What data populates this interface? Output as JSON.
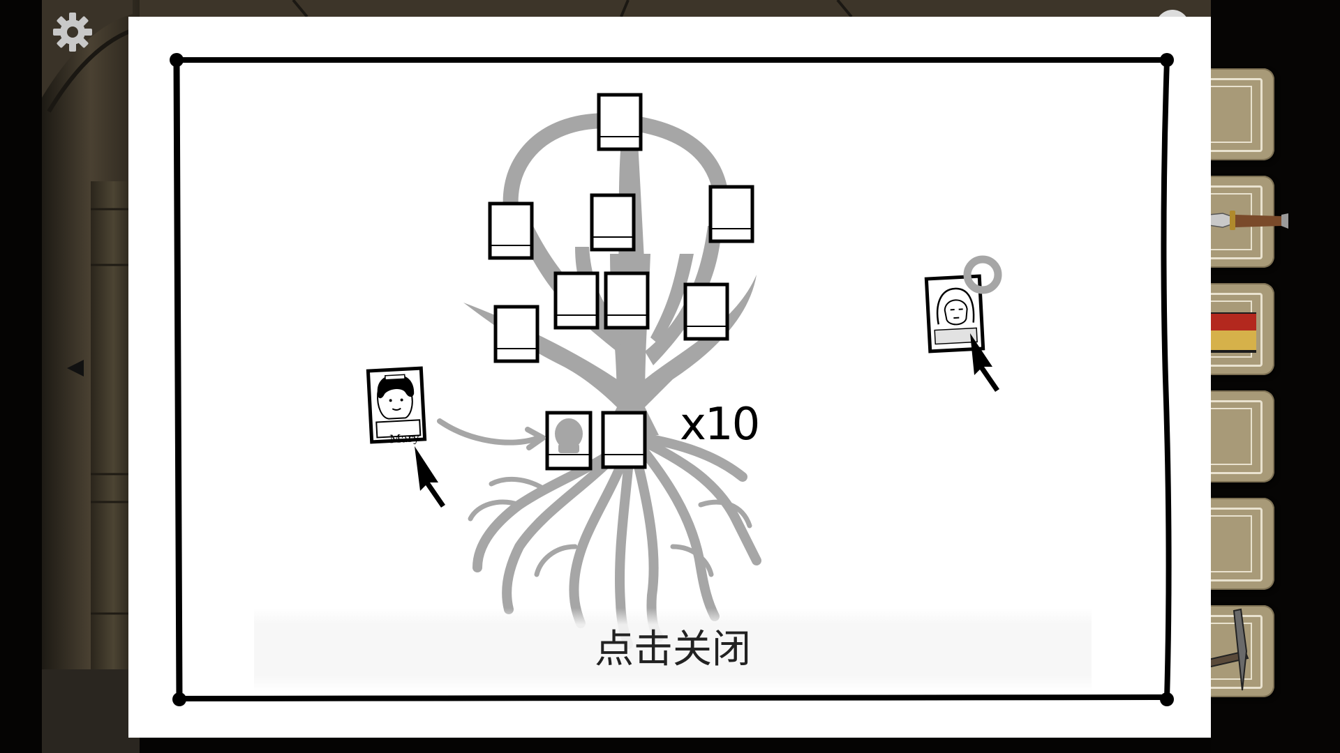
{
  "tutorial": {
    "multiplier_label": "x10",
    "close_hint": "点击关闭",
    "example_card_name": "Mary"
  },
  "icons": {
    "settings": "gear-icon",
    "back": "left-arrow-icon",
    "pointer": "cursor-arrow-icon",
    "remove": "circle-marker-icon"
  },
  "inventory": {
    "slots": [
      {
        "item": "empty"
      },
      {
        "item": "knife"
      },
      {
        "item": "book"
      },
      {
        "item": "empty"
      },
      {
        "item": "empty"
      },
      {
        "item": "pickaxe"
      }
    ]
  },
  "colors": {
    "paper": "#ffffff",
    "tree": "#a6a6a6",
    "frame": "#000000",
    "slot": "#a89a78",
    "background": "#050403"
  }
}
